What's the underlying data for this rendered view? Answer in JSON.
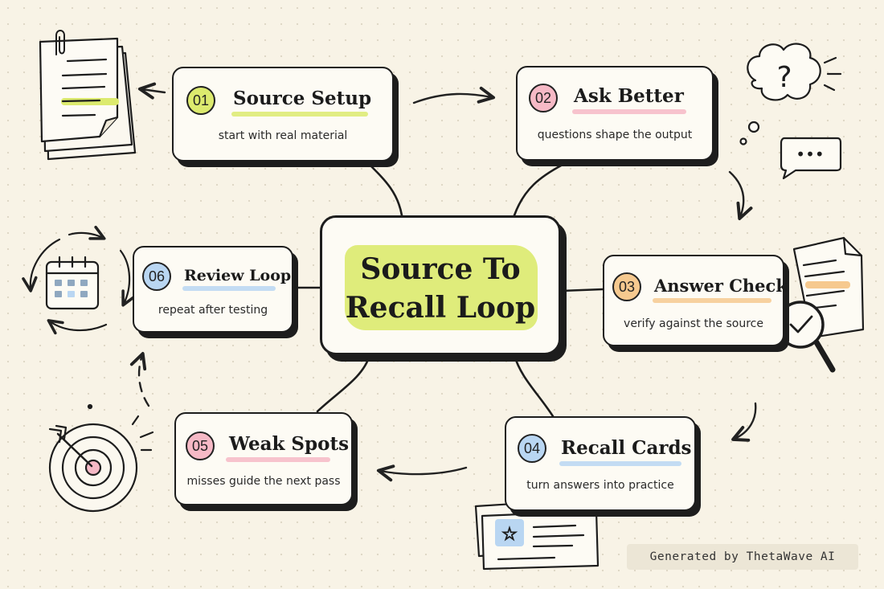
{
  "center": {
    "line1": "Source To",
    "line2": "Recall Loop"
  },
  "nodes": [
    {
      "number": "01",
      "title": "Source Setup",
      "subtitle": "start with real material",
      "color": "#dcea6e"
    },
    {
      "number": "02",
      "title": "Ask Better",
      "subtitle": "questions shape the output",
      "color": "#f6b9c6"
    },
    {
      "number": "03",
      "title": "Answer Check",
      "subtitle": "verify against the source",
      "color": "#f6c98f"
    },
    {
      "number": "04",
      "title": "Recall Cards",
      "subtitle": "turn answers into practice",
      "color": "#b9d6f2"
    },
    {
      "number": "05",
      "title": "Weak Spots",
      "subtitle": "misses guide the next pass",
      "color": "#f6b9c6"
    },
    {
      "number": "06",
      "title": "Review Loop",
      "subtitle": "repeat after testing",
      "color": "#b9d6f2"
    }
  ],
  "icons": {
    "n1": "document-icon",
    "n2": "question-thought-icon",
    "n3": "document-magnifier-check-icon",
    "n4": "flashcards-icon",
    "n5": "target-arrow-icon",
    "n6": "calendar-cycle-icon",
    "speech": "speech-bubble-icon",
    "star": "star-icon"
  },
  "speech_dots": "•••",
  "question_mark": "?",
  "watermark": "Generated by ThetaWave AI"
}
